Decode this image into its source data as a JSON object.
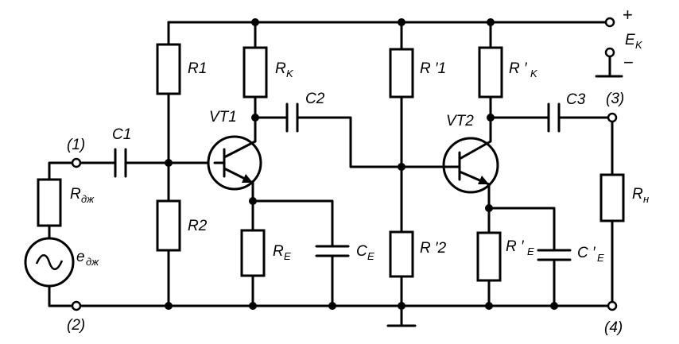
{
  "labels": {
    "R1": "R1",
    "R2": "R2",
    "Rk_main": "R",
    "Rk_sub": "K",
    "RE_main": "R",
    "RE_sub": "E",
    "CE_main": "C",
    "CE_sub": "E",
    "C1": "C1",
    "C2": "C2",
    "C3": "C3",
    "VT1": "VT1",
    "VT2": "VT2",
    "R1p": "R ′1",
    "R2p": "R ′2",
    "Rkp_main": "R ′",
    "Rkp_sub": "K",
    "REp_main": "R ′",
    "REp_sub": "E",
    "CEp_main": "C ′",
    "CEp_sub": "E",
    "Rn_main": "R",
    "Rn_sub": "н",
    "Rdzh_main": "R",
    "Rdzh_sub": "дж",
    "edzh_main": "e",
    "edzh_sub": "дж",
    "Ek_main": "E",
    "Ek_sub": "K",
    "plus": "+",
    "minus": "−",
    "port1": "(1)",
    "port2": "(2)",
    "port3": "(3)",
    "port4": "(4)"
  }
}
